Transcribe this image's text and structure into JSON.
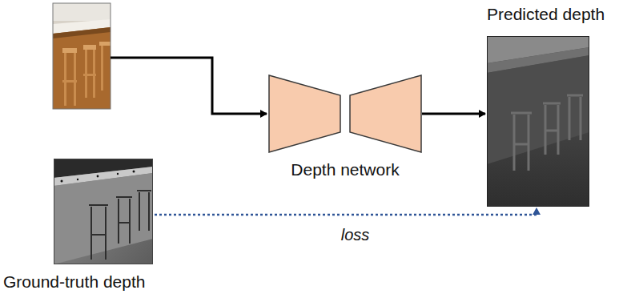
{
  "diagram": {
    "nodes": [
      {
        "text": [
          "Depth network"
        ]
      },
      {
        "text": [
          "Predicted depth"
        ]
      },
      {
        "text": [
          "Ground-truth depth"
        ]
      }
    ],
    "edges": [
      {
        "from": 0,
        "to": 1,
        "arrow": "to"
      },
      {
        "from": 2,
        "to": 1,
        "arrow": "to",
        "label": "loss"
      }
    ]
  }
}
